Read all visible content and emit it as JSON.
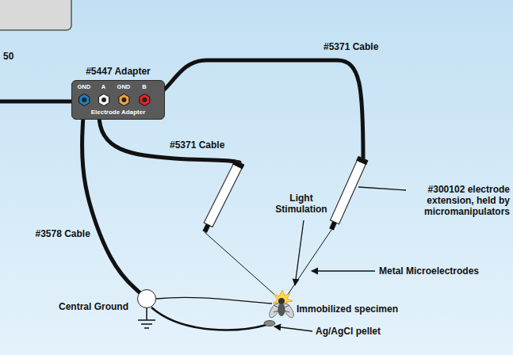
{
  "diagram": {
    "nodes": [
      {
        "text": [
          "#5447 Adapter",
          "GND",
          "A",
          "GND",
          "B",
          "Electrode Adapter"
        ]
      },
      {
        "text": [
          "Central Ground"
        ]
      }
    ],
    "edges": [
      {
        "from": 0,
        "to": 1,
        "arrow": "none",
        "label": "#3578 Cable"
      }
    ],
    "labels": [
      "50",
      "#5371 Cable",
      "#5371 Cable",
      "Light Stimulation",
      "#300102 electrode extension, held by micromanipulators",
      "Metal Microelectrodes",
      "Immobilized specimen",
      "Ag/AgCl pellet"
    ]
  }
}
